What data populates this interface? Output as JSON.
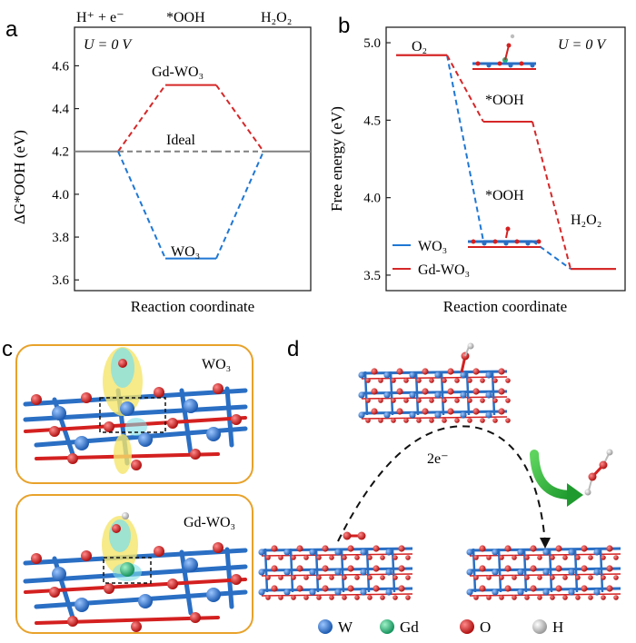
{
  "panels": {
    "a": {
      "letter": "a",
      "header_left": "H⁺ + e⁻",
      "header_mid": "*OOH",
      "header_right": "H₂O₂",
      "condition": "U = 0 V",
      "ylabel": "ΔG*OOH (eV)",
      "xlabel": "Reaction coordinate",
      "labels": {
        "gd": "Gd-WO₃",
        "ideal": "Ideal",
        "wo3": "WO₃"
      },
      "colors": {
        "gd": "#d62728",
        "wo3": "#1f77d4",
        "ideal": "#808080"
      }
    },
    "b": {
      "letter": "b",
      "condition": "U = 0 V",
      "ylabel": "Free energy (eV)",
      "xlabel": "Reaction coordinate",
      "labels": {
        "o2": "O₂",
        "ooh_gd": "*OOH",
        "ooh_wo3": "*OOH",
        "h2o2": "H₂O₂"
      },
      "colors": {
        "gd": "#d62728",
        "wo3": "#1f77d4"
      }
    },
    "c": {
      "letter": "c",
      "top_label": "WO₃",
      "bottom_label": "Gd-WO₃",
      "frame_color": "#e8a22a"
    },
    "d": {
      "letter": "d",
      "electrons": "2e⁻",
      "legend": [
        {
          "label": "W",
          "color": "#2a6fc4"
        },
        {
          "label": "Gd",
          "color": "#2ab07a"
        },
        {
          "label": "O",
          "color": "#d42020"
        },
        {
          "label": "H",
          "color": "#bdbdbd"
        }
      ]
    }
  },
  "chart_data": [
    {
      "type": "line",
      "panel": "a",
      "ylabel": "ΔG*OOH (eV)",
      "xlabel": "Reaction coordinate",
      "ylim": [
        3.55,
        4.78
      ],
      "yticks": [
        3.6,
        3.8,
        4.0,
        4.2,
        4.4,
        4.6
      ],
      "x": [
        "H⁺ + e⁻",
        "*OOH",
        "H₂O₂"
      ],
      "series": [
        {
          "name": "Gd-WO₃",
          "values": [
            4.2,
            4.51,
            4.2
          ]
        },
        {
          "name": "Ideal",
          "values": [
            4.2,
            4.2,
            4.2
          ]
        },
        {
          "name": "WO₃",
          "values": [
            4.2,
            3.7,
            4.2
          ]
        }
      ]
    },
    {
      "type": "line",
      "panel": "b",
      "ylabel": "Free energy (eV)",
      "xlabel": "Reaction coordinate",
      "ylim": [
        3.4,
        5.1
      ],
      "yticks": [
        3.5,
        4.0,
        4.5,
        5.0
      ],
      "x": [
        "O₂",
        "*OOH",
        "H₂O₂"
      ],
      "series": [
        {
          "name": "WO₃",
          "values": [
            4.92,
            3.72,
            3.54
          ]
        },
        {
          "name": "Gd-WO₃",
          "values": [
            4.92,
            4.49,
            3.54
          ]
        }
      ],
      "legend": "bottom-left"
    }
  ]
}
